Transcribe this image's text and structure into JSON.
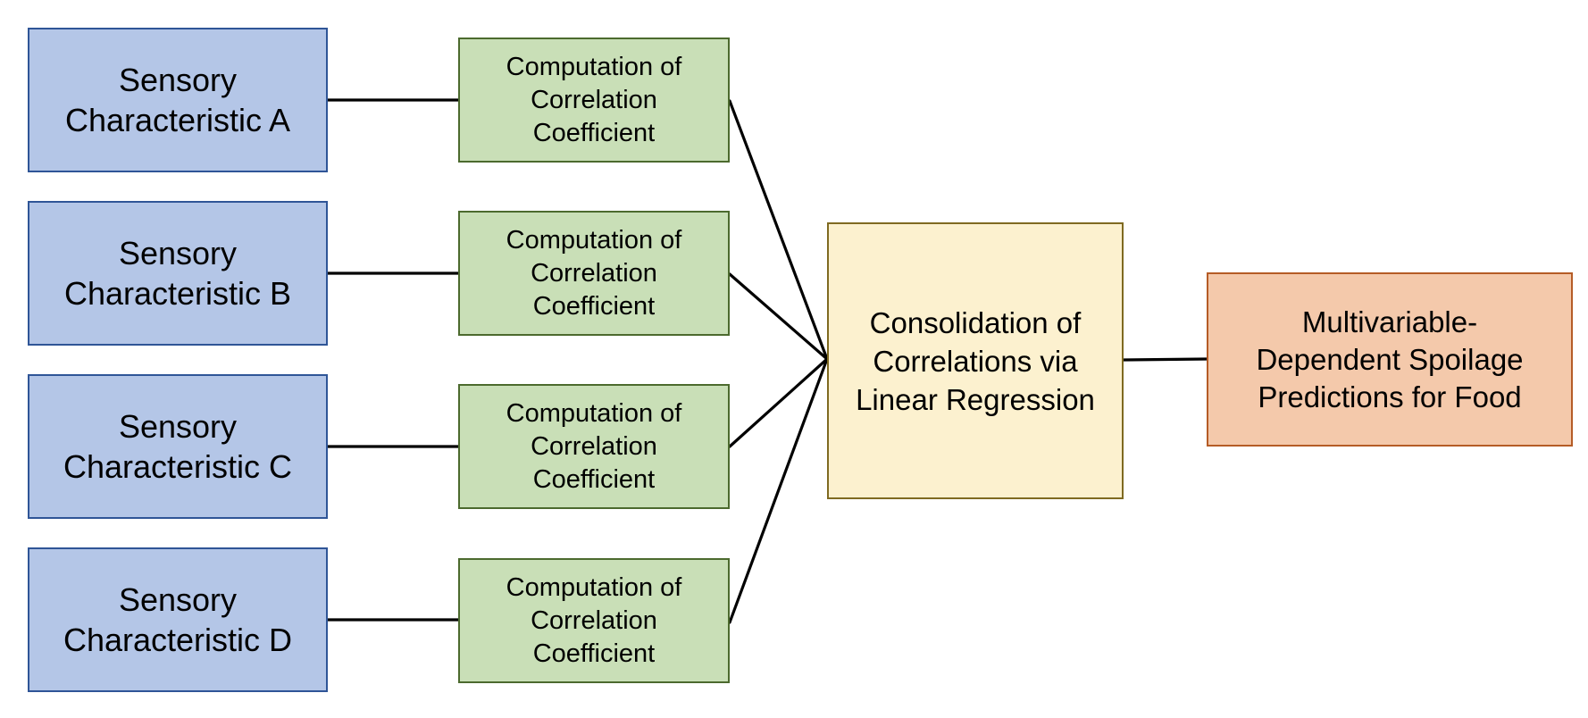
{
  "sensory_nodes": [
    {
      "label": "Sensory\nCharacteristic A"
    },
    {
      "label": "Sensory\nCharacteristic B"
    },
    {
      "label": "Sensory\nCharacteristic C"
    },
    {
      "label": "Sensory\nCharacteristic D"
    }
  ],
  "computation_nodes": [
    {
      "label": "Computation of\nCorrelation\nCoefficient"
    },
    {
      "label": "Computation of\nCorrelation\nCoefficient"
    },
    {
      "label": "Computation of\nCorrelation\nCoefficient"
    },
    {
      "label": "Computation of\nCorrelation\nCoefficient"
    }
  ],
  "consolidation_node": {
    "label": "Consolidation of\nCorrelations via\nLinear Regression"
  },
  "prediction_node": {
    "label": "Multivariable-\nDependent Spoilage\nPredictions for Food"
  },
  "colors": {
    "sensory_fill": "#b4c6e7",
    "sensory_border": "#2f5597",
    "computation_fill": "#c9dfb7",
    "computation_border": "#4c6a2e",
    "consolidation_fill": "#fcf1cf",
    "consolidation_border": "#7f6a21",
    "prediction_fill": "#f4c9ab",
    "prediction_border": "#b55c26",
    "connector": "#000000"
  }
}
